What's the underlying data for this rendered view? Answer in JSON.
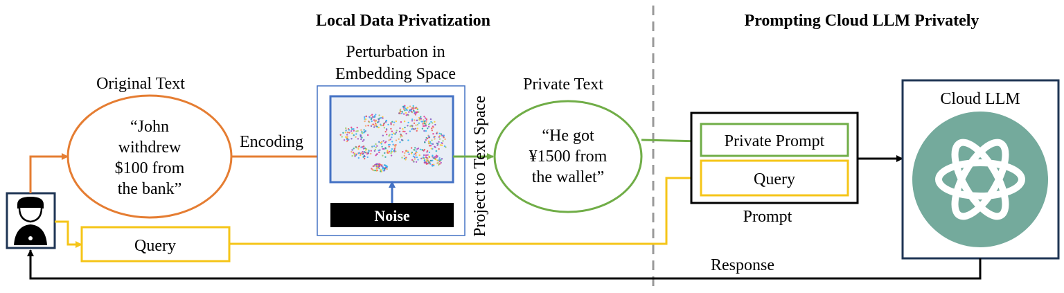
{
  "headings": {
    "left": "Local Data Privatization",
    "right": "Prompting Cloud LLM Privately"
  },
  "original": {
    "title": "Original Text",
    "lines": [
      "“John",
      "withdrew",
      "$100 from",
      "the bank”"
    ]
  },
  "encoding_label": "Encoding",
  "embedding": {
    "title_lines": [
      "Perturbation in",
      "Embedding Space"
    ],
    "noise_label": "Noise"
  },
  "project_label": "Project to Text Space",
  "private": {
    "title": "Private Text",
    "lines": [
      "“He got",
      "¥1500 from",
      "the wallet”"
    ]
  },
  "query_label": "Query",
  "prompt": {
    "private_prompt_label": "Private Prompt",
    "query_label": "Query",
    "caption": "Prompt"
  },
  "cloud": {
    "title": "Cloud LLM",
    "logo": "openai-logo-icon"
  },
  "response_label": "Response",
  "user_icon": "user-at-laptop-icon",
  "colors": {
    "orange": "#E57D32",
    "green": "#70AD47",
    "yellow": "#F5C518",
    "navy": "#1F3554",
    "blue": "#4472C4",
    "teal": "#74AA9C",
    "black": "#000000"
  }
}
